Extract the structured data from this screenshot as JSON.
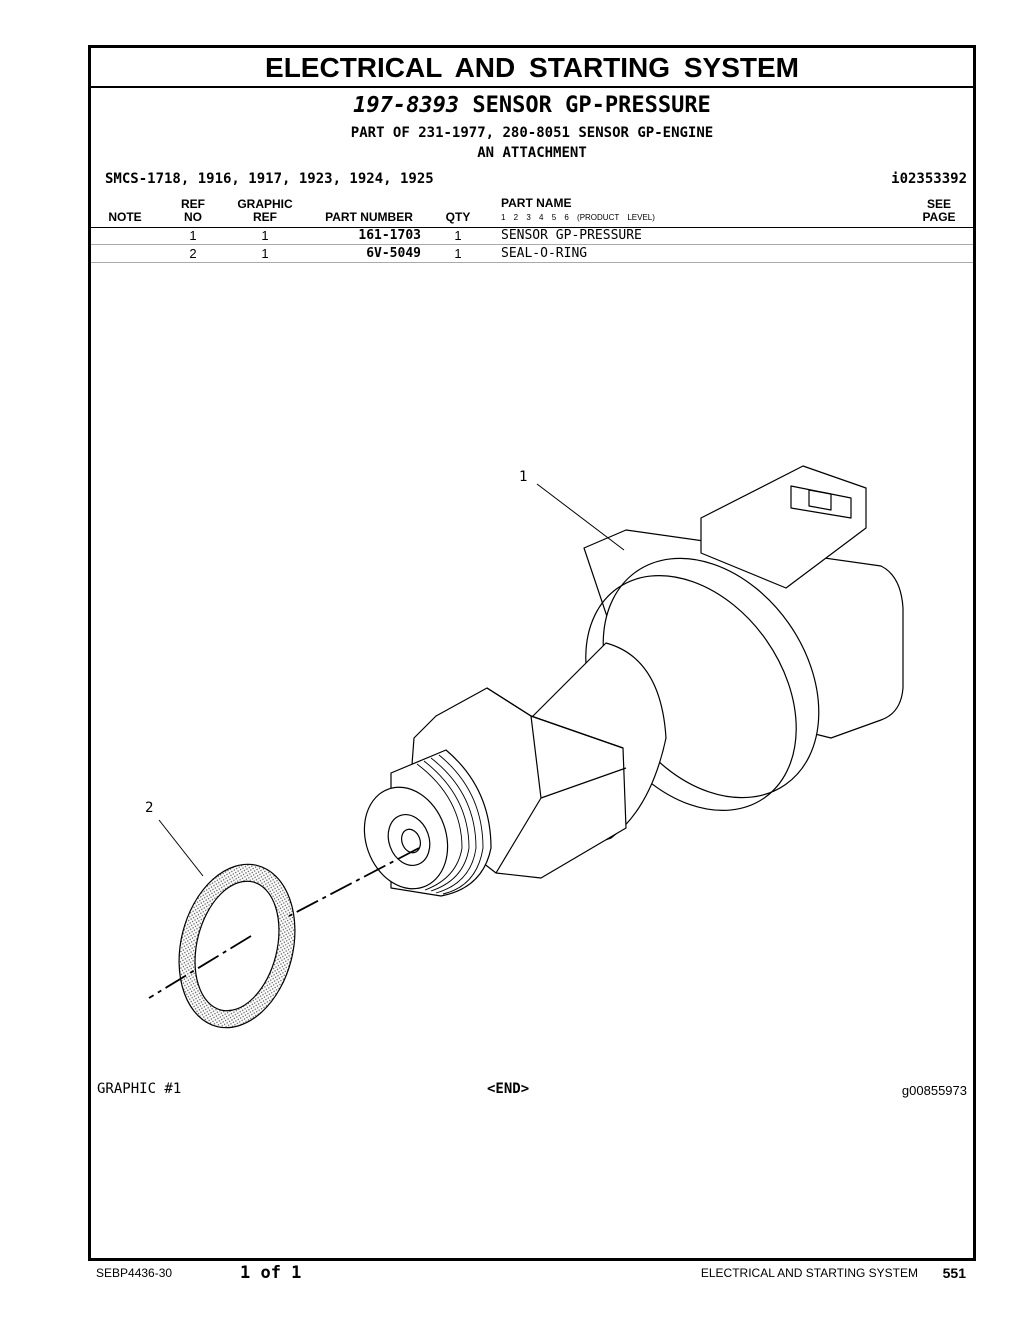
{
  "section_title": "ELECTRICAL AND STARTING SYSTEM",
  "part": {
    "number": "197-8393",
    "name": "SENSOR GP-PRESSURE",
    "part_of": "PART OF 231-1977, 280-8051 SENSOR GP-ENGINE",
    "part_of_line2": "AN ATTACHMENT"
  },
  "smcs": "SMCS-1718, 1916, 1917, 1923, 1924, 1925",
  "doc_id": "i02353392",
  "table": {
    "headers": {
      "note": "NOTE",
      "ref_top": "REF",
      "ref_bottom": "NO",
      "graphic_top": "GRAPHIC",
      "graphic_bottom": "REF",
      "part_number": "PART NUMBER",
      "qty": "QTY",
      "part_name": "PART NAME",
      "levels": "1  2  3  4  5  6  (PRODUCT LEVEL)",
      "see_top": "SEE",
      "see_bottom": "PAGE"
    },
    "rows": [
      {
        "note": "",
        "ref": "1",
        "graphic": "1",
        "part_number": "161-1703",
        "qty": "1",
        "name": "SENSOR GP-PRESSURE",
        "see": ""
      },
      {
        "note": "",
        "ref": "2",
        "graphic": "1",
        "part_number": "6V-5049",
        "qty": "1",
        "name": "SEAL-O-RING",
        "see": ""
      }
    ]
  },
  "callouts": [
    "1",
    "2"
  ],
  "graphic_label": "GRAPHIC #1",
  "end_label": "<END>",
  "graphic_id": "g00855973",
  "footer": {
    "doc": "SEBP4436-30",
    "page_of": "1 of 1",
    "section": "ELECTRICAL AND STARTING SYSTEM",
    "page": "551"
  }
}
